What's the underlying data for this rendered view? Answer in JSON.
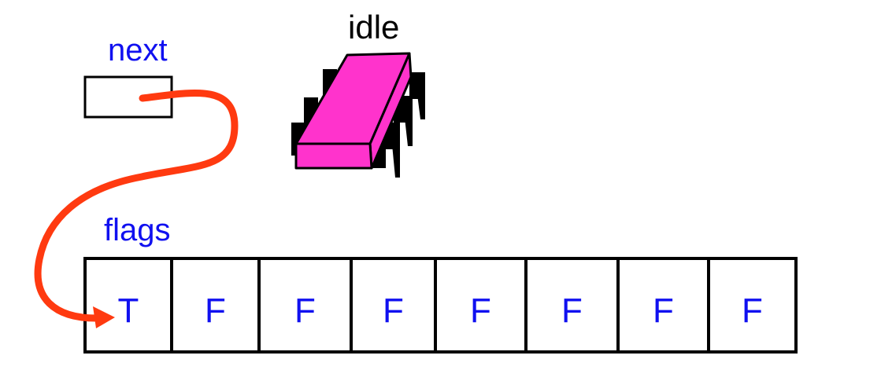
{
  "labels": {
    "next": "next",
    "idle": "idle",
    "flags": "flags"
  },
  "flags": {
    "cells": [
      "T",
      "F",
      "F",
      "F",
      "F",
      "F",
      "F",
      "F"
    ]
  },
  "colors": {
    "label_blue": "#1010f0",
    "arrow": "#ff3a10",
    "chip": "#ff33cc",
    "outline": "#000000"
  }
}
